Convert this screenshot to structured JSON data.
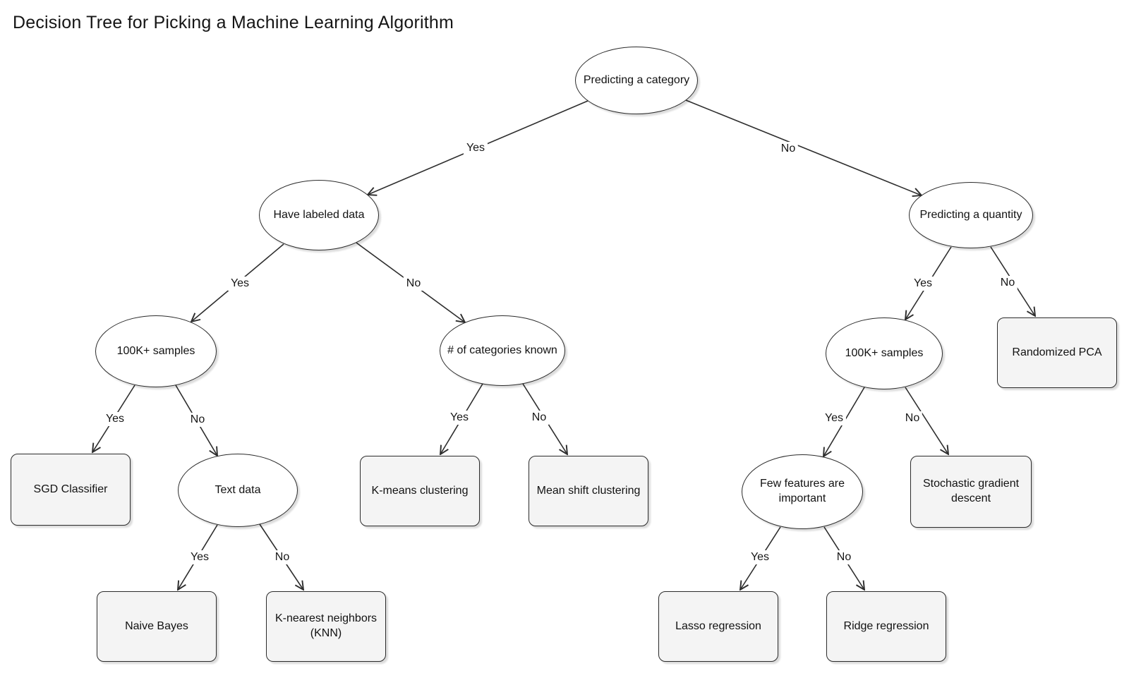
{
  "title": "Decision Tree for Picking a Machine Learning Algorithm",
  "colors": {
    "background": "#ffffff",
    "stroke": "#2b2b2b",
    "ellipse_fill": "#ffffff",
    "rect_fill": "#f4f4f4",
    "text": "#121212"
  },
  "nodes": {
    "predicting_category": {
      "label": "Predicting a category",
      "shape": "ellipse"
    },
    "have_labeled_data": {
      "label": "Have labeled data",
      "shape": "ellipse"
    },
    "predicting_quantity": {
      "label": "Predicting a quantity",
      "shape": "ellipse"
    },
    "samples_100k_left": {
      "label": "100K+ samples",
      "shape": "ellipse"
    },
    "categories_known": {
      "label": "# of categories known",
      "shape": "ellipse"
    },
    "samples_100k_right": {
      "label": "100K+ samples",
      "shape": "ellipse"
    },
    "text_data": {
      "label": "Text data",
      "shape": "ellipse"
    },
    "few_features": {
      "label": "Few features are important",
      "shape": "ellipse"
    },
    "sgd_classifier": {
      "label": "SGD Classifier",
      "shape": "rect"
    },
    "kmeans": {
      "label": "K-means clustering",
      "shape": "rect"
    },
    "mean_shift": {
      "label": "Mean shift clustering",
      "shape": "rect"
    },
    "randomized_pca": {
      "label": "Randomized PCA",
      "shape": "rect"
    },
    "stochastic_gd": {
      "label": "Stochastic gradient descent",
      "shape": "rect"
    },
    "naive_bayes": {
      "label": "Naive Bayes",
      "shape": "rect"
    },
    "knn": {
      "label": "K-nearest neighbors (KNN)",
      "shape": "rect"
    },
    "lasso": {
      "label": "Lasso regression",
      "shape": "rect"
    },
    "ridge": {
      "label": "Ridge regression",
      "shape": "rect"
    }
  },
  "edges": {
    "category_yes": {
      "label": "Yes",
      "from": "predicting_category",
      "to": "have_labeled_data"
    },
    "category_no": {
      "label": "No",
      "from": "predicting_category",
      "to": "predicting_quantity"
    },
    "labeled_yes": {
      "label": "Yes",
      "from": "have_labeled_data",
      "to": "samples_100k_left"
    },
    "labeled_no": {
      "label": "No",
      "from": "have_labeled_data",
      "to": "categories_known"
    },
    "samples_left_yes": {
      "label": "Yes",
      "from": "samples_100k_left",
      "to": "sgd_classifier"
    },
    "samples_left_no": {
      "label": "No",
      "from": "samples_100k_left",
      "to": "text_data"
    },
    "text_yes": {
      "label": "Yes",
      "from": "text_data",
      "to": "naive_bayes"
    },
    "text_no": {
      "label": "No",
      "from": "text_data",
      "to": "knn"
    },
    "categories_yes": {
      "label": "Yes",
      "from": "categories_known",
      "to": "kmeans"
    },
    "categories_no": {
      "label": "No",
      "from": "categories_known",
      "to": "mean_shift"
    },
    "quantity_yes": {
      "label": "Yes",
      "from": "predicting_quantity",
      "to": "samples_100k_right"
    },
    "quantity_no": {
      "label": "No",
      "from": "predicting_quantity",
      "to": "randomized_pca"
    },
    "samples_right_yes": {
      "label": "Yes",
      "from": "samples_100k_right",
      "to": "few_features"
    },
    "samples_right_no": {
      "label": "No",
      "from": "samples_100k_right",
      "to": "stochastic_gd"
    },
    "few_yes": {
      "label": "Yes",
      "from": "few_features",
      "to": "lasso"
    },
    "few_no": {
      "label": "No",
      "from": "few_features",
      "to": "ridge"
    }
  }
}
